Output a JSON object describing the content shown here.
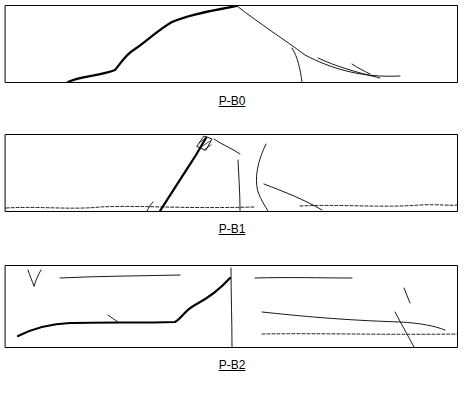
{
  "diagram": {
    "labels": [
      "P-B0",
      "P-B1",
      "P-B2"
    ]
  }
}
